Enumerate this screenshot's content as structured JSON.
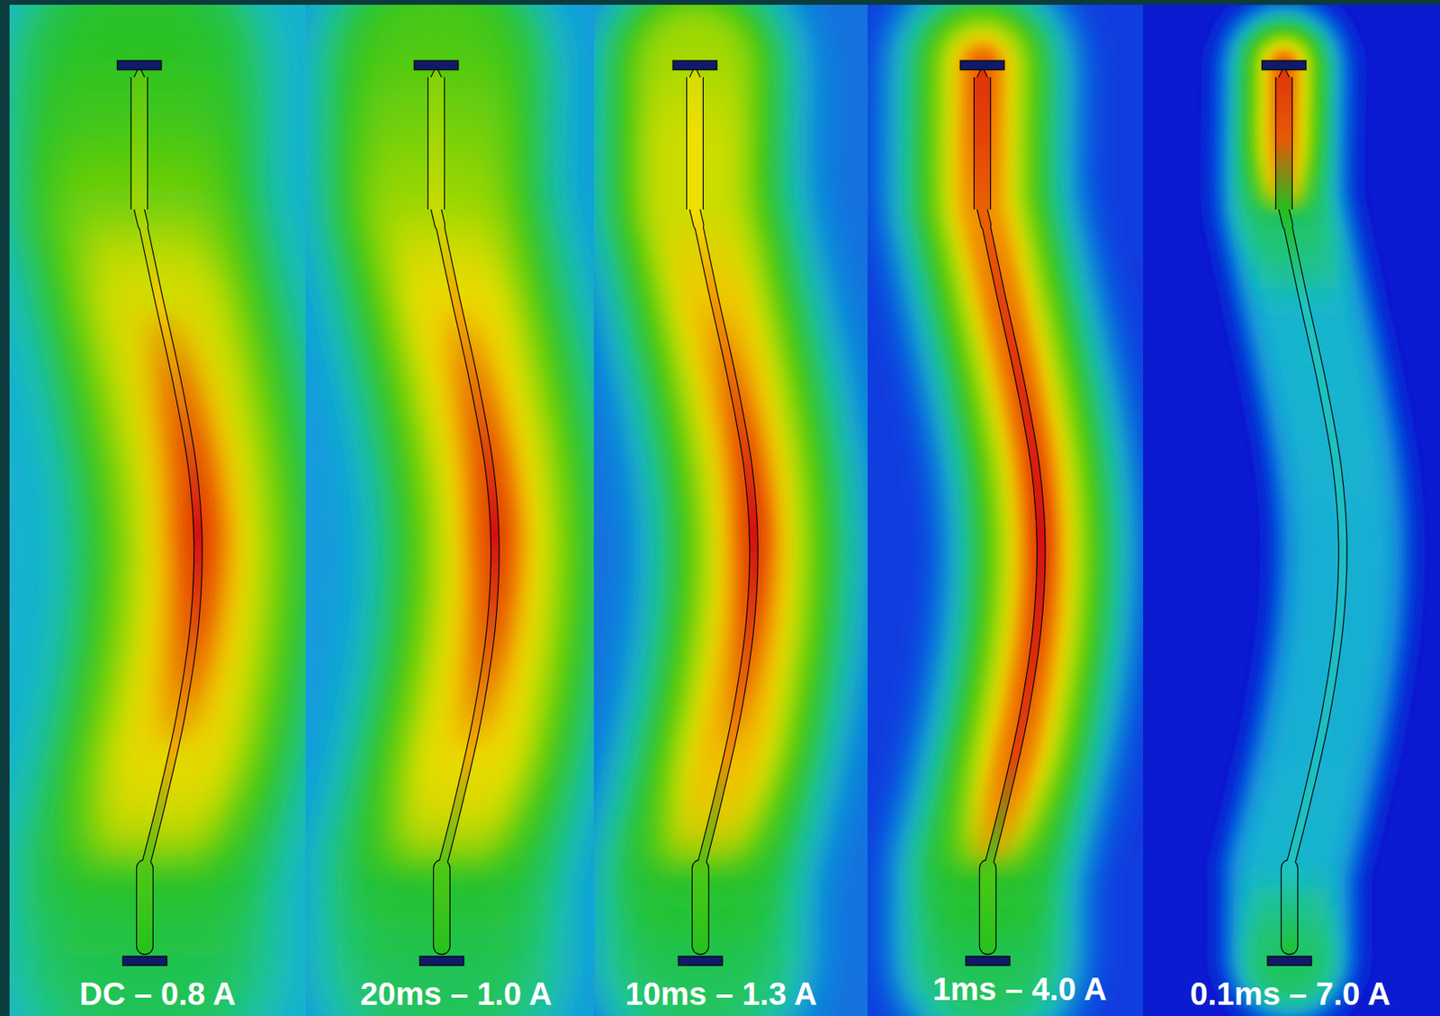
{
  "diagram": {
    "labels": [
      "DC – 0.8 A",
      "20ms – 1.0 A",
      "10ms – 1.3 A",
      "1ms – 4.0 A",
      "0.1ms – 7.0 A"
    ]
  }
}
